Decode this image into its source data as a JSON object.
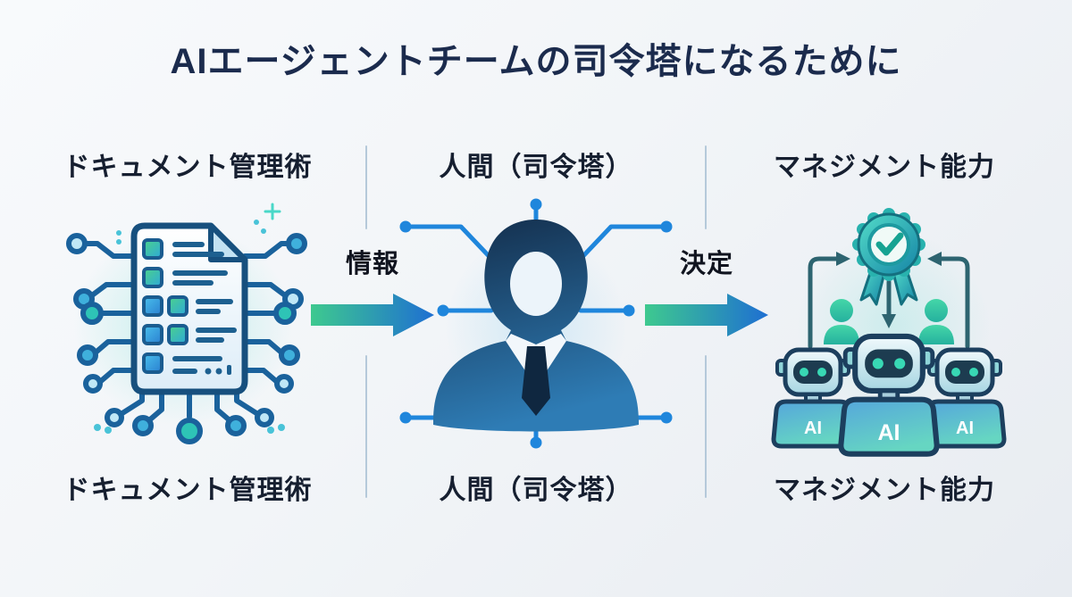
{
  "title": "AIエージェントチームの司令塔になるために",
  "columns": [
    {
      "id": "document-management",
      "top_label": "ドキュメント管理術",
      "bottom_label": "ドキュメント管理術",
      "icon": "document-circuit-icon"
    },
    {
      "id": "human-commander",
      "top_label": "人間（司令塔）",
      "bottom_label": "人間（司令塔）",
      "icon": "human-commander-icon"
    },
    {
      "id": "management-skill",
      "top_label": "マネジメント能力",
      "bottom_label": "マネジメント能力",
      "icon": "ai-robot-team-icon"
    }
  ],
  "arrows": [
    {
      "label": "情報",
      "direction": "right",
      "from": "document-management",
      "to": "human-commander"
    },
    {
      "label": "決定",
      "direction": "right",
      "from": "human-commander",
      "to": "management-skill"
    }
  ],
  "icons": {
    "robots": {
      "ai_label": "AI",
      "count": 3,
      "badge": "check-rosette"
    }
  },
  "colors": {
    "title": "#1b2b4d",
    "label": "#161f30",
    "arrow_green": "#3ec98f",
    "arrow_blue": "#1e6fd2",
    "circuit_blue": "#1a629c",
    "navy": "#16304e",
    "teal": "#2ec4b6",
    "divider": "#b5c9da",
    "background_start": "#f8fafc",
    "background_end": "#e8ecf1"
  }
}
